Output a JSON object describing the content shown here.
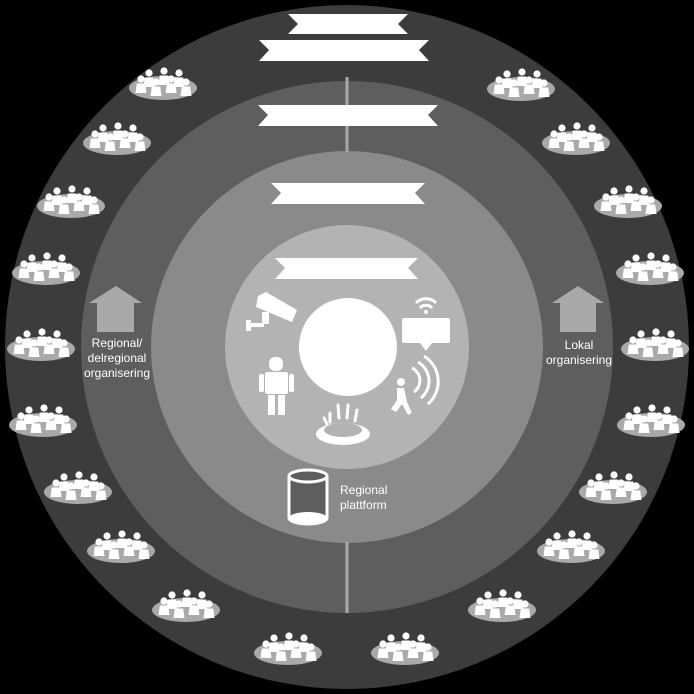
{
  "labels": {
    "regional_line1": "Regional/",
    "regional_line2": "delregional",
    "regional_line3": "organisering",
    "lokal_line1": "Lokal",
    "lokal_line2": "organisering",
    "platform_line1": "Regional",
    "platform_line2": "plattform"
  },
  "colors": {
    "background": "#000000",
    "outer_ring": "#3c3c3c",
    "middle_ring": "#5e5e5e",
    "inner_ring": "#8a8a8a",
    "core": "#b3b3b3",
    "foreground": "#ffffff",
    "group_ellipse": "#a9a9a9"
  },
  "icons": [
    "house-icon",
    "security-camera-icon",
    "robot-icon",
    "wifi-speech-bubble-icon",
    "walking-person-icon",
    "alarm-light-icon",
    "database-cylinder-icon",
    "people-group-icon"
  ]
}
